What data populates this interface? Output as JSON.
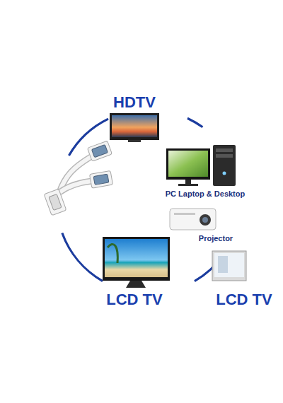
{
  "diagram": {
    "labels": [
      "HDTV",
      "PC Laptop & Desktop",
      "Projector",
      "LCD TV",
      "LCD TV"
    ]
  }
}
